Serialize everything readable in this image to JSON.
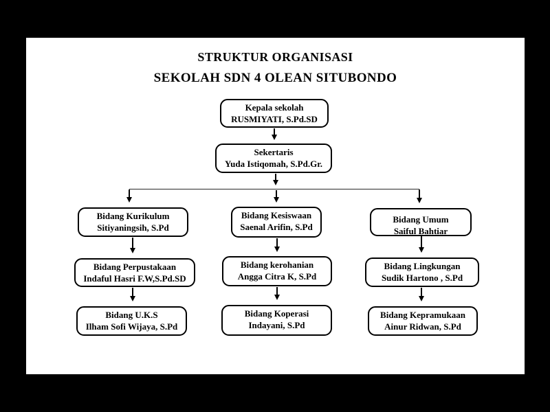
{
  "slide": {
    "title_line1": "STRUKTUR ORGANISASI",
    "title_line2": "SEKOLAH SDN 4 OLEAN SITUBONDO"
  },
  "org_chart": {
    "type": "org-tree",
    "nodes": [
      {
        "id": "kepala-sekolah",
        "role": "Kepala sekolah",
        "name": "RUSMIYATI, S.Pd.SD",
        "reports_to": null
      },
      {
        "id": "sekertaris",
        "role": "Sekertaris",
        "name": "Yuda Istiqomah, S.Pd.Gr.",
        "reports_to": "kepala-sekolah"
      },
      {
        "id": "bidang-kurikulum",
        "role": "Bidang Kurikulum",
        "name": "Sitiyaningsih, S.Pd",
        "reports_to": "sekertaris"
      },
      {
        "id": "bidang-kesiswaan",
        "role": "Bidang Kesiswaan",
        "name": "Saenal Arifin, S.Pd",
        "reports_to": "sekertaris"
      },
      {
        "id": "bidang-umum",
        "role": "Bidang Umum",
        "name": "Saiful Bahtiar",
        "reports_to": "sekertaris"
      },
      {
        "id": "bidang-perpustakaan",
        "role": "Bidang Perpustakaan",
        "name": "Indaful Hasri F.W,S.Pd.SD",
        "reports_to": "bidang-kurikulum"
      },
      {
        "id": "bidang-kerohanian",
        "role": "Bidang kerohanian",
        "name": "Angga Citra K, S.Pd",
        "reports_to": "bidang-kesiswaan"
      },
      {
        "id": "bidang-lingkungan",
        "role": "Bidang Lingkungan",
        "name": "Sudik Hartono , S.Pd",
        "reports_to": "bidang-umum"
      },
      {
        "id": "bidang-uks",
        "role": "Bidang U.K.S",
        "name": "Ilham Sofi Wijaya, S.Pd",
        "reports_to": "bidang-perpustakaan"
      },
      {
        "id": "bidang-koperasi",
        "role": "Bidang Koperasi",
        "name": "Indayani, S.Pd",
        "reports_to": "bidang-kerohanian"
      },
      {
        "id": "bidang-kepramukaan",
        "role": "Bidang Kepramukaan",
        "name": "Ainur Ridwan, S.Pd",
        "reports_to": "bidang-lingkungan"
      }
    ],
    "colors": {
      "page_background": "#000000",
      "slide_background": "#ffffff",
      "box_border": "#000000",
      "text": "#000000",
      "connector_thick": "#000000",
      "connector_thin": "#4a4a4a"
    }
  }
}
